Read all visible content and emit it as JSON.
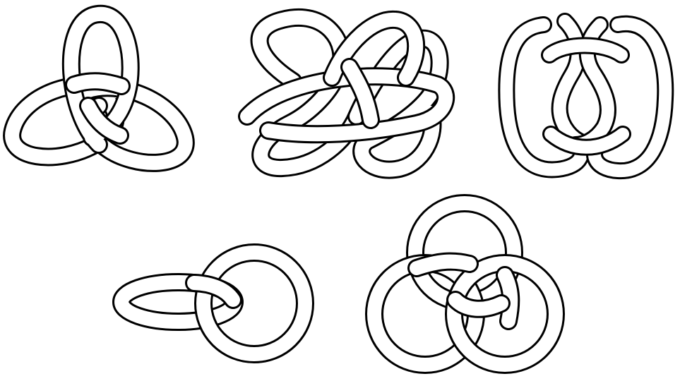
{
  "figures": [
    {
      "id": "trefoil-knot",
      "kind": "knot"
    },
    {
      "id": "figure-eight-knot",
      "kind": "knot"
    },
    {
      "id": "square-knot",
      "kind": "knot"
    },
    {
      "id": "hopf-link",
      "kind": "link"
    },
    {
      "id": "borromean-rings",
      "kind": "link"
    }
  ],
  "colors": {
    "background": "#ffffff",
    "tube_fill": "#ffffff",
    "tube_outline": "#000000"
  }
}
